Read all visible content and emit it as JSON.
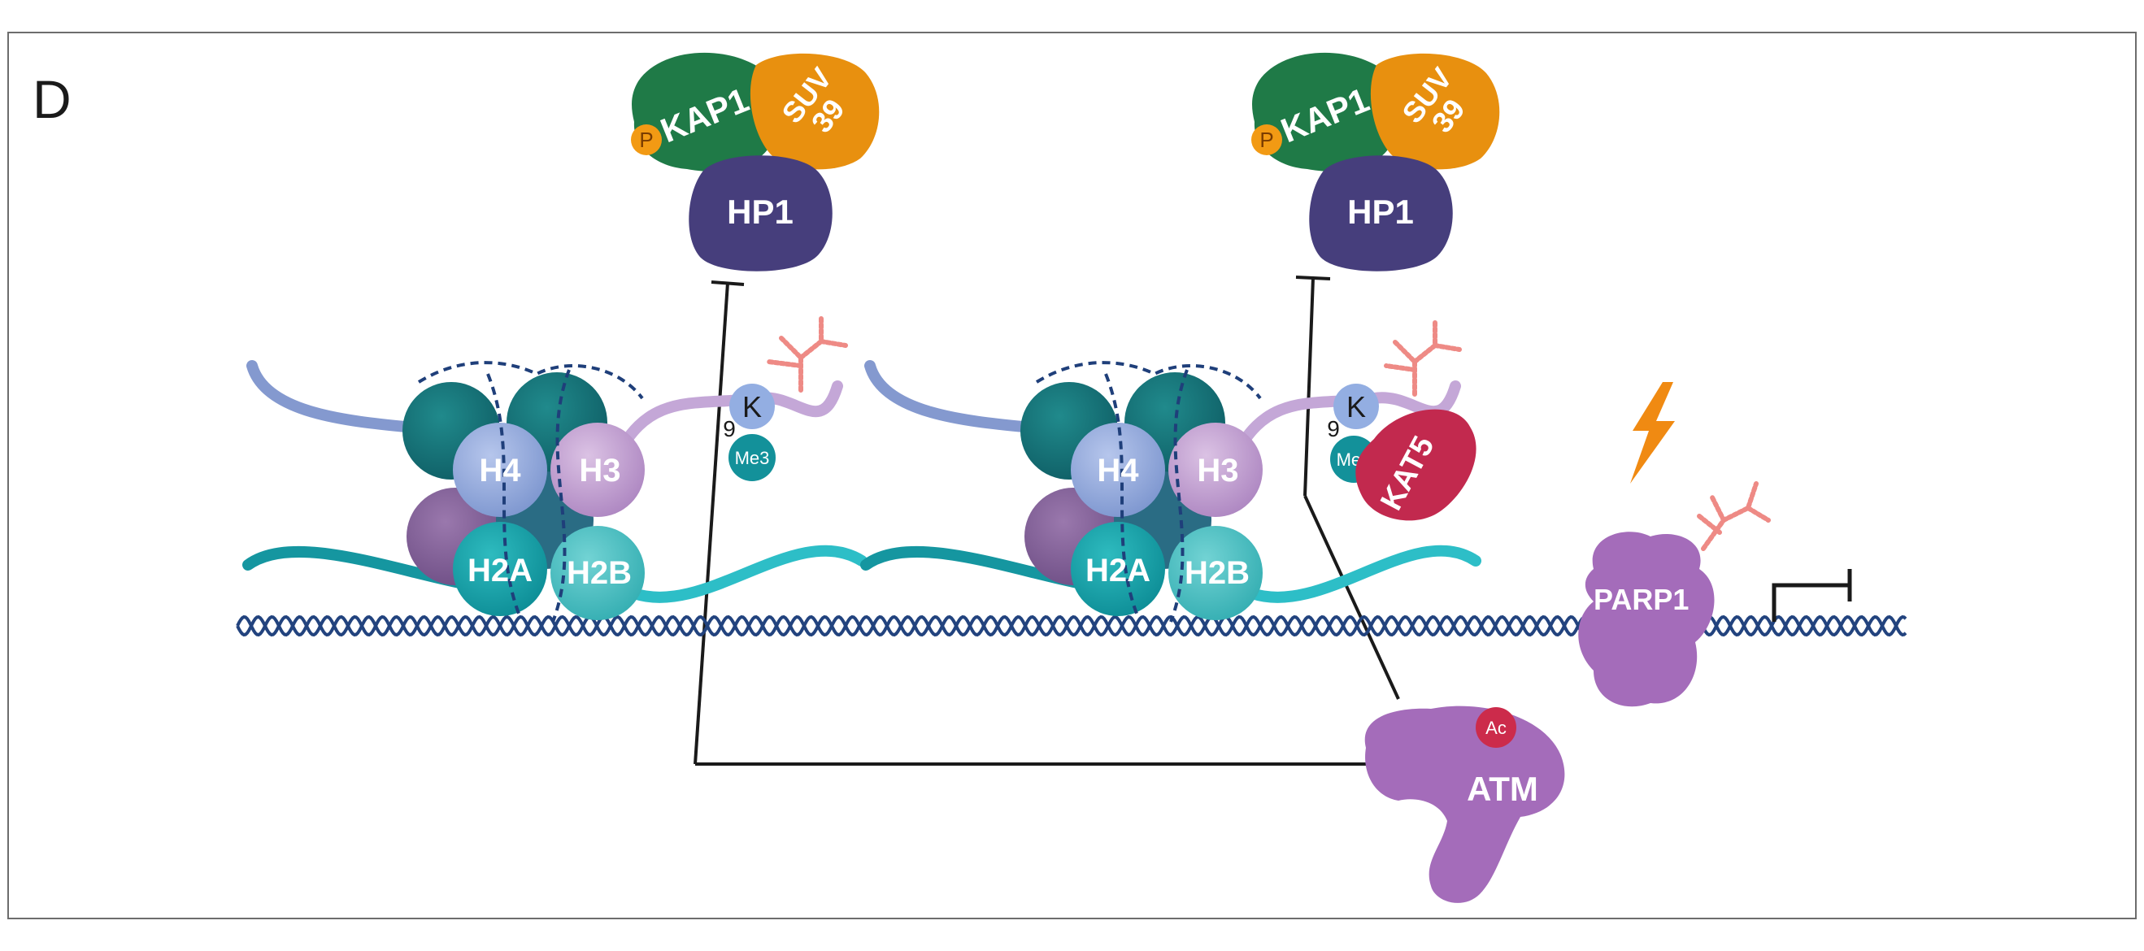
{
  "panel_label": "D",
  "complex_left": {
    "kap1": "KAP1",
    "suv_line1": "SUV",
    "suv_line2": "39",
    "hp1": "HP1",
    "phospho": "P"
  },
  "complex_right": {
    "kap1": "KAP1",
    "suv_line1": "SUV",
    "suv_line2": "39",
    "hp1": "HP1",
    "phospho": "P"
  },
  "nucleosome_left": {
    "h4": "H4",
    "h3": "H3",
    "h2a": "H2A",
    "h2b": "H2B",
    "lysine": "K",
    "position": "9",
    "methyl": "Me3"
  },
  "nucleosome_right": {
    "h4": "H4",
    "h3": "H3",
    "h2a": "H2A",
    "h2b": "H2B",
    "lysine": "K",
    "position": "9",
    "methyl": "Me3"
  },
  "kat5": "KAT5",
  "parp1": "PARP1",
  "atm": "ATM",
  "acetyl": "Ac",
  "colors": {
    "kap1": "#1f7a47",
    "suv39": "#e8900f",
    "hp1": "#463e7c",
    "h4": "#8fa8dc",
    "h3": "#c39fd0",
    "h2a": "#14a1a8",
    "h2b": "#4cc2c4",
    "lysine": "#93aee2",
    "me3": "#13919a",
    "kat5": "#c2294e",
    "parp1": "#a46cba",
    "atm": "#a46cba",
    "acetyl": "#cc2b4b",
    "phospho": "#f29a14",
    "dna": "#22437e",
    "lightning": "#f08a12",
    "par_chain": "#ee8a85"
  }
}
